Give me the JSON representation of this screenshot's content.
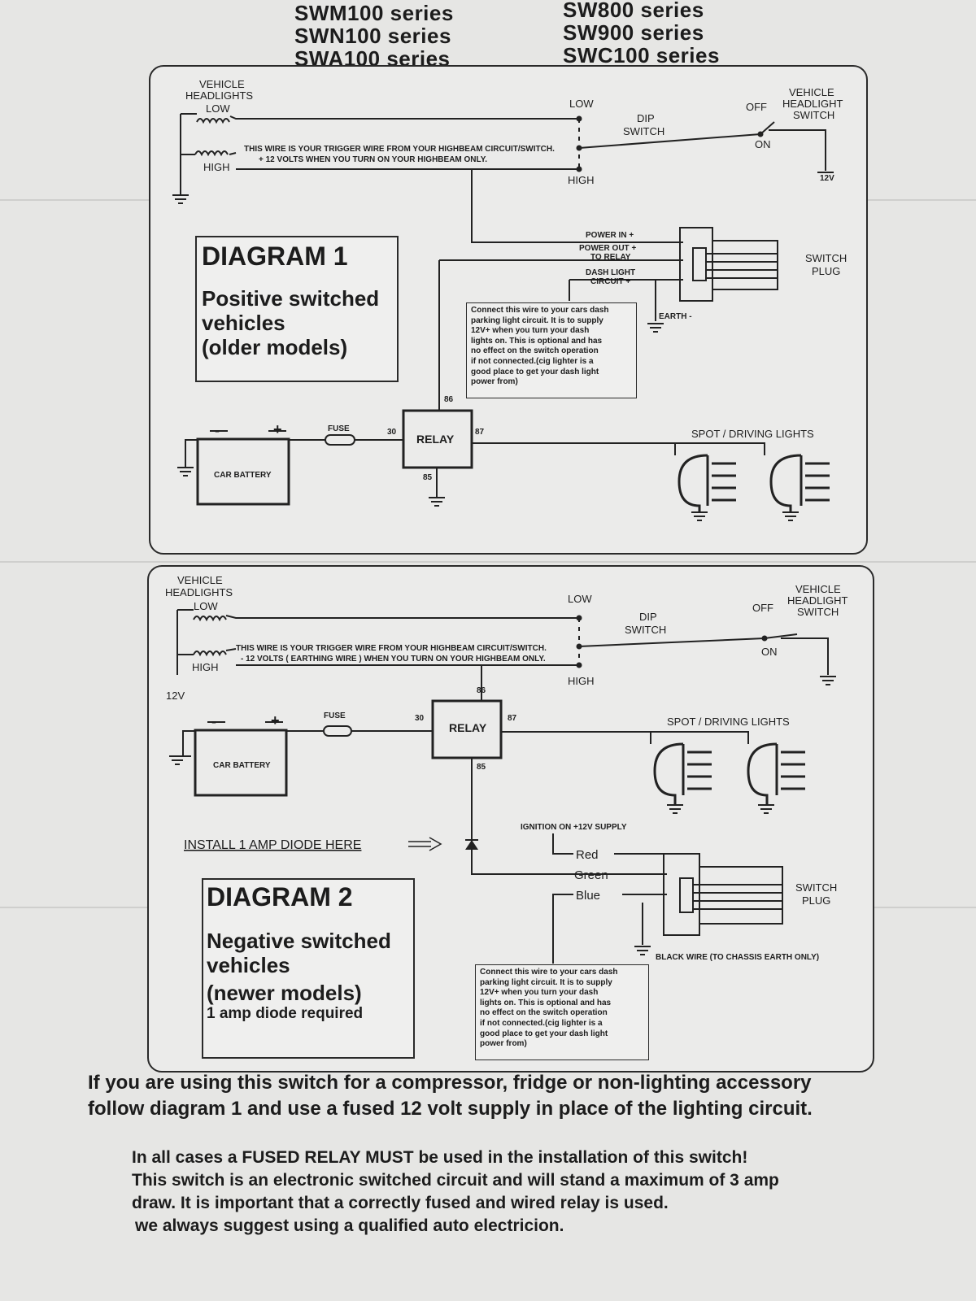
{
  "header": {
    "left_series": [
      "SWM100 series",
      "SWN100 series",
      "SWA100 series"
    ],
    "right_series": [
      "SW800 series",
      "SW900 series",
      "SWC100 series"
    ]
  },
  "diagram1": {
    "title": "DIAGRAM 1",
    "subtitle_lines": [
      "Positive switched",
      "vehicles",
      "(older models)"
    ],
    "vehicle_headlights": [
      "VEHICLE",
      "HEADLIGHTS"
    ],
    "low": "LOW",
    "high": "HIGH",
    "trigger_note": [
      "THIS WIRE IS YOUR TRIGGER WIRE FROM YOUR HIGHBEAM CIRCUIT/SWITCH.",
      "+ 12 VOLTS WHEN YOU TURN ON YOUR HIGHBEAM ONLY."
    ],
    "dip_low": "LOW",
    "dip_high": "HIGH",
    "dip_switch": [
      "DIP",
      "SWITCH"
    ],
    "off": "OFF",
    "on": "ON",
    "vehicle_headlight_switch": [
      "VEHICLE",
      "HEADLIGHT",
      "SWITCH"
    ],
    "v12": "12V",
    "plug_pins": [
      "POWER IN +",
      "POWER OUT +",
      "TO RELAY",
      "DASH LIGHT",
      "CIRCUIT +"
    ],
    "earth": "EARTH -",
    "switch_plug": [
      "SWITCH",
      "PLUG"
    ],
    "dash_note": [
      "Connect this wire to your cars dash",
      "parking light circuit. It is to supply",
      "12V+ when you turn your dash",
      "lights on. This is optional and has",
      "no effect on the switch operation",
      "if not connected.(cig lighter is a",
      "good place to get your dash light",
      "power from)"
    ],
    "pin86": "86",
    "pin87": "87",
    "pin85": "85",
    "pin30": "30",
    "relay": "RELAY",
    "fuse": "FUSE",
    "battery": "CAR BATTERY",
    "minus": "-",
    "plus": "+",
    "spot_lights": "SPOT / DRIVING LIGHTS"
  },
  "diagram2": {
    "title": "DIAGRAM 2",
    "subtitle_lines": [
      "Negative switched",
      "vehicles",
      "(newer models)"
    ],
    "subtitle_small": "1 amp diode required",
    "vehicle_headlights": [
      "VEHICLE",
      "HEADLIGHTS"
    ],
    "low": "LOW",
    "high": "HIGH",
    "trigger_note": [
      "THIS WIRE IS YOUR TRIGGER WIRE FROM YOUR HIGHBEAM CIRCUIT/SWITCH.",
      "- 12 VOLTS ( EARTHING  WIRE ) WHEN YOU TURN ON YOUR HIGHBEAM ONLY."
    ],
    "dip_low": "LOW",
    "dip_high": "HIGH",
    "dip_switch": [
      "DIP",
      "SWITCH"
    ],
    "off": "OFF",
    "on": "ON",
    "vehicle_headlight_switch": [
      "VEHICLE",
      "HEADLIGHT",
      "SWITCH"
    ],
    "v12": "12V",
    "pin86": "86",
    "pin87": "87",
    "pin85": "85",
    "pin30": "30",
    "relay": "RELAY",
    "fuse": "FUSE",
    "battery": "CAR BATTERY",
    "minus": "-",
    "plus": "+",
    "spot_lights": "SPOT / DRIVING LIGHTS",
    "ignition": "IGNITION ON +12V SUPPLY",
    "diode_note": "INSTALL 1 AMP DIODE HERE",
    "wire_red": "Red",
    "wire_green": "Green",
    "wire_blue": "Blue",
    "switch_plug": [
      "SWITCH",
      "PLUG"
    ],
    "black_wire": "BLACK WIRE  (TO CHASSIS EARTH ONLY)",
    "dash_note": [
      "Connect this wire to your cars dash",
      "parking light circuit. It is to supply",
      "12V+ when you turn your dash",
      "lights on. This is optional and has",
      "no effect on the switch operation",
      "if not connected.(cig lighter is a",
      "good place to get your dash light",
      "power from)"
    ]
  },
  "footer": {
    "line1": "If you are using this switch for a compressor, fridge or non-lighting accessory",
    "line2": "follow diagram 1 and use a fused 12 volt supply in place of the lighting circuit.",
    "warn1": "In all cases a FUSED RELAY MUST be used in the installation of this switch!",
    "warn2": "This switch is an electronic switched circuit and will stand a maximum of 3 amp",
    "warn3": "draw. It is important that a correctly fused and wired relay is used.",
    "warn4": "we always suggest using a qualified auto electricion."
  }
}
